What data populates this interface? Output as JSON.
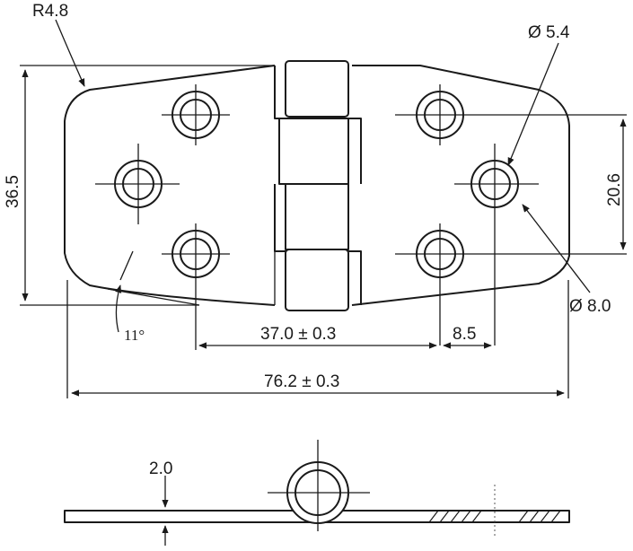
{
  "drawing": {
    "labels": {
      "corner_radius": "R4.8",
      "small_hole_diameter": "Ø 5.4",
      "height": "36.5",
      "hole_spacing_vertical": "20.6",
      "large_hole_diameter": "Ø 8.0",
      "angle": "11°",
      "hole_spacing_horizontal": "37.0 ± 0.3",
      "edge_offset": "8.5",
      "overall_length": "76.2 ± 0.3",
      "thickness": "2.0"
    }
  }
}
